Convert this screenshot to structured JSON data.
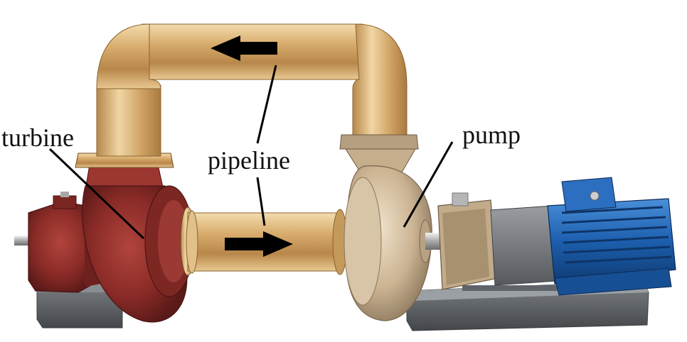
{
  "labels": {
    "turbine": "turbine",
    "pipeline": "pipeline",
    "pump": "pump"
  },
  "colors": {
    "brass": "#d9b27a",
    "turbine_red": "#8e2d29",
    "pump_beige": "#cdb595",
    "motor_blue": "#1c5fae",
    "base_gray": "#6f7377",
    "arrow": "#000000"
  },
  "flow_direction": {
    "top_pipe": "left",
    "bottom_pipe": "right"
  }
}
